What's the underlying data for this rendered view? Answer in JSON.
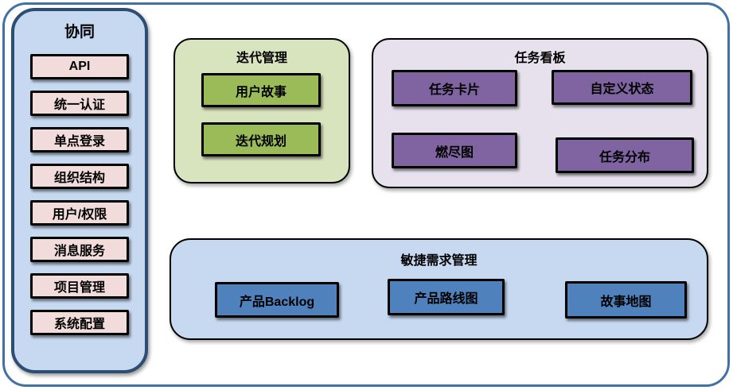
{
  "sidebar": {
    "title": "协同",
    "items": [
      "API",
      "统一认证",
      "单点登录",
      "组织结构",
      "用户/权限",
      "消息服务",
      "项目管理",
      "系统配置"
    ]
  },
  "groups": {
    "iteration": {
      "title": "迭代管理",
      "items": [
        "用户故事",
        "迭代规划"
      ]
    },
    "taskboard": {
      "title": "任务看板",
      "items": [
        "任务卡片",
        "自定义状态",
        "燃尽图",
        "任务分布"
      ]
    },
    "agile": {
      "title": "敏捷需求管理",
      "items": [
        "产品Backlog",
        "产品路线图",
        "故事地图"
      ]
    }
  },
  "colors": {
    "outer_border": "#4171a6",
    "sidebar_fill": "#c6d9f1",
    "sidebar_border": "#2e4d72",
    "sidebar_item_fill": "#f2dcdb",
    "iteration_fill": "#d8e4bd",
    "iteration_item_fill": "#9bbb59",
    "taskboard_fill": "#e6e1ed",
    "taskboard_item_fill": "#8064a2",
    "agile_fill": "#c6d9f1",
    "agile_item_fill": "#4f81bd",
    "item_border": "#000000",
    "text": "#000000"
  }
}
